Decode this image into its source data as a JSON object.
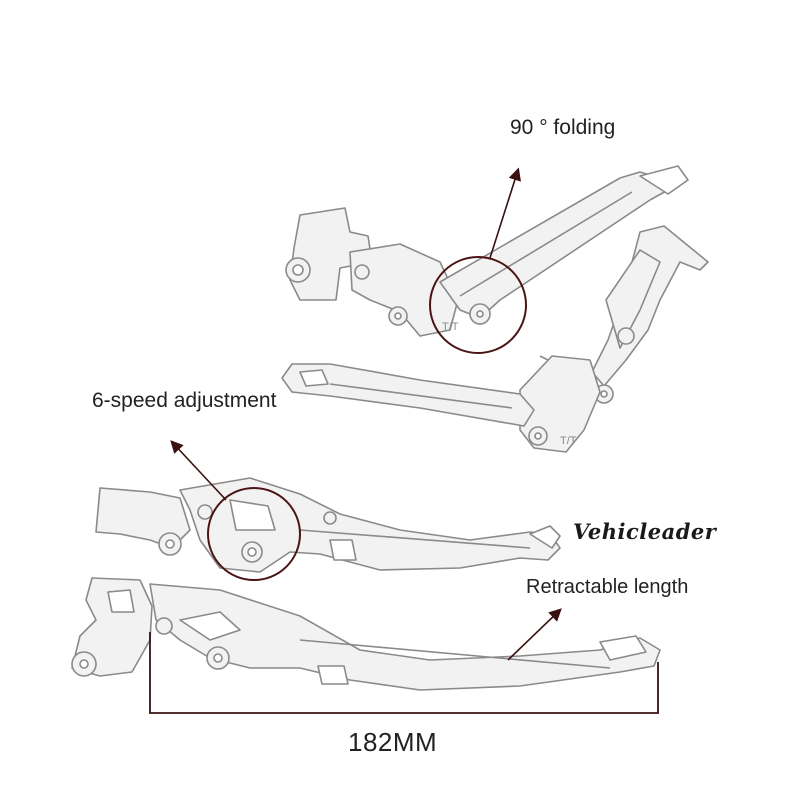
{
  "annotations": {
    "folding": "90 ° folding",
    "adjustment": "6-speed adjustment",
    "retractable": "Retractable length"
  },
  "dimension": {
    "length": "182MM"
  },
  "brand": {
    "logo_text": "Vehicleader"
  },
  "colors": {
    "line": "#8a8a8a",
    "fill": "#eeeeee",
    "arrow": "#5a1a1a",
    "circle": "#4a1414",
    "text": "#222222"
  }
}
